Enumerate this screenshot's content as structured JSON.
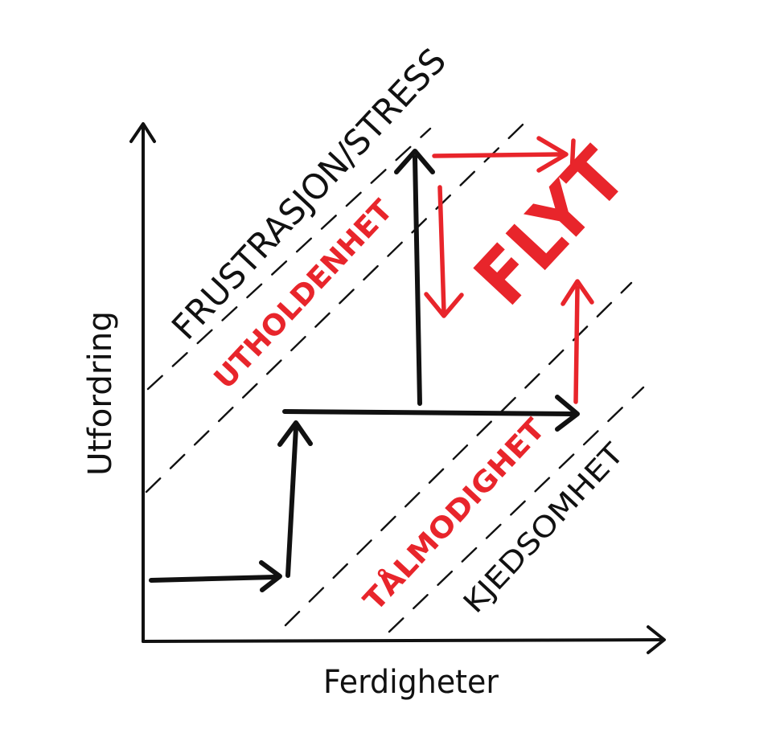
{
  "diagram": {
    "x_axis_label": "Ferdigheter",
    "y_axis_label": "Utfordring",
    "zones": {
      "frustration": "FRUSTRASJON/STRESS",
      "endurance": "UTHOLDENHET",
      "flow": "FLYT",
      "patience": "TÅLMODIGHET",
      "boredom": "KJEDSOMHET"
    },
    "colors": {
      "ink": "#111111",
      "accent": "#e8252b",
      "background": "#ffffff"
    }
  }
}
